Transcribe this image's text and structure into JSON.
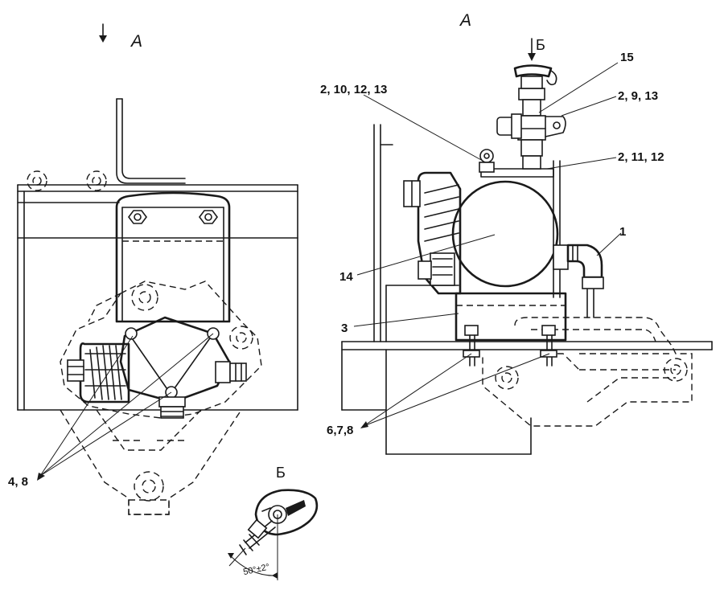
{
  "view_labels": {
    "view_a_left": "A",
    "view_a_right": "A",
    "view_b_arrow": "Б",
    "view_b_detail": "Б"
  },
  "callouts": {
    "c15": "15",
    "c2_10_12_13": "2, 10, 12, 13",
    "c2_9_13": "2, 9, 13",
    "c2_11_12": "2, 11, 12",
    "c1": "1",
    "c14": "14",
    "c3": "3",
    "c6_7_8": "6,7,8",
    "c4_8": "4, 8"
  },
  "dimensions": {
    "angle": "50°±2°"
  }
}
